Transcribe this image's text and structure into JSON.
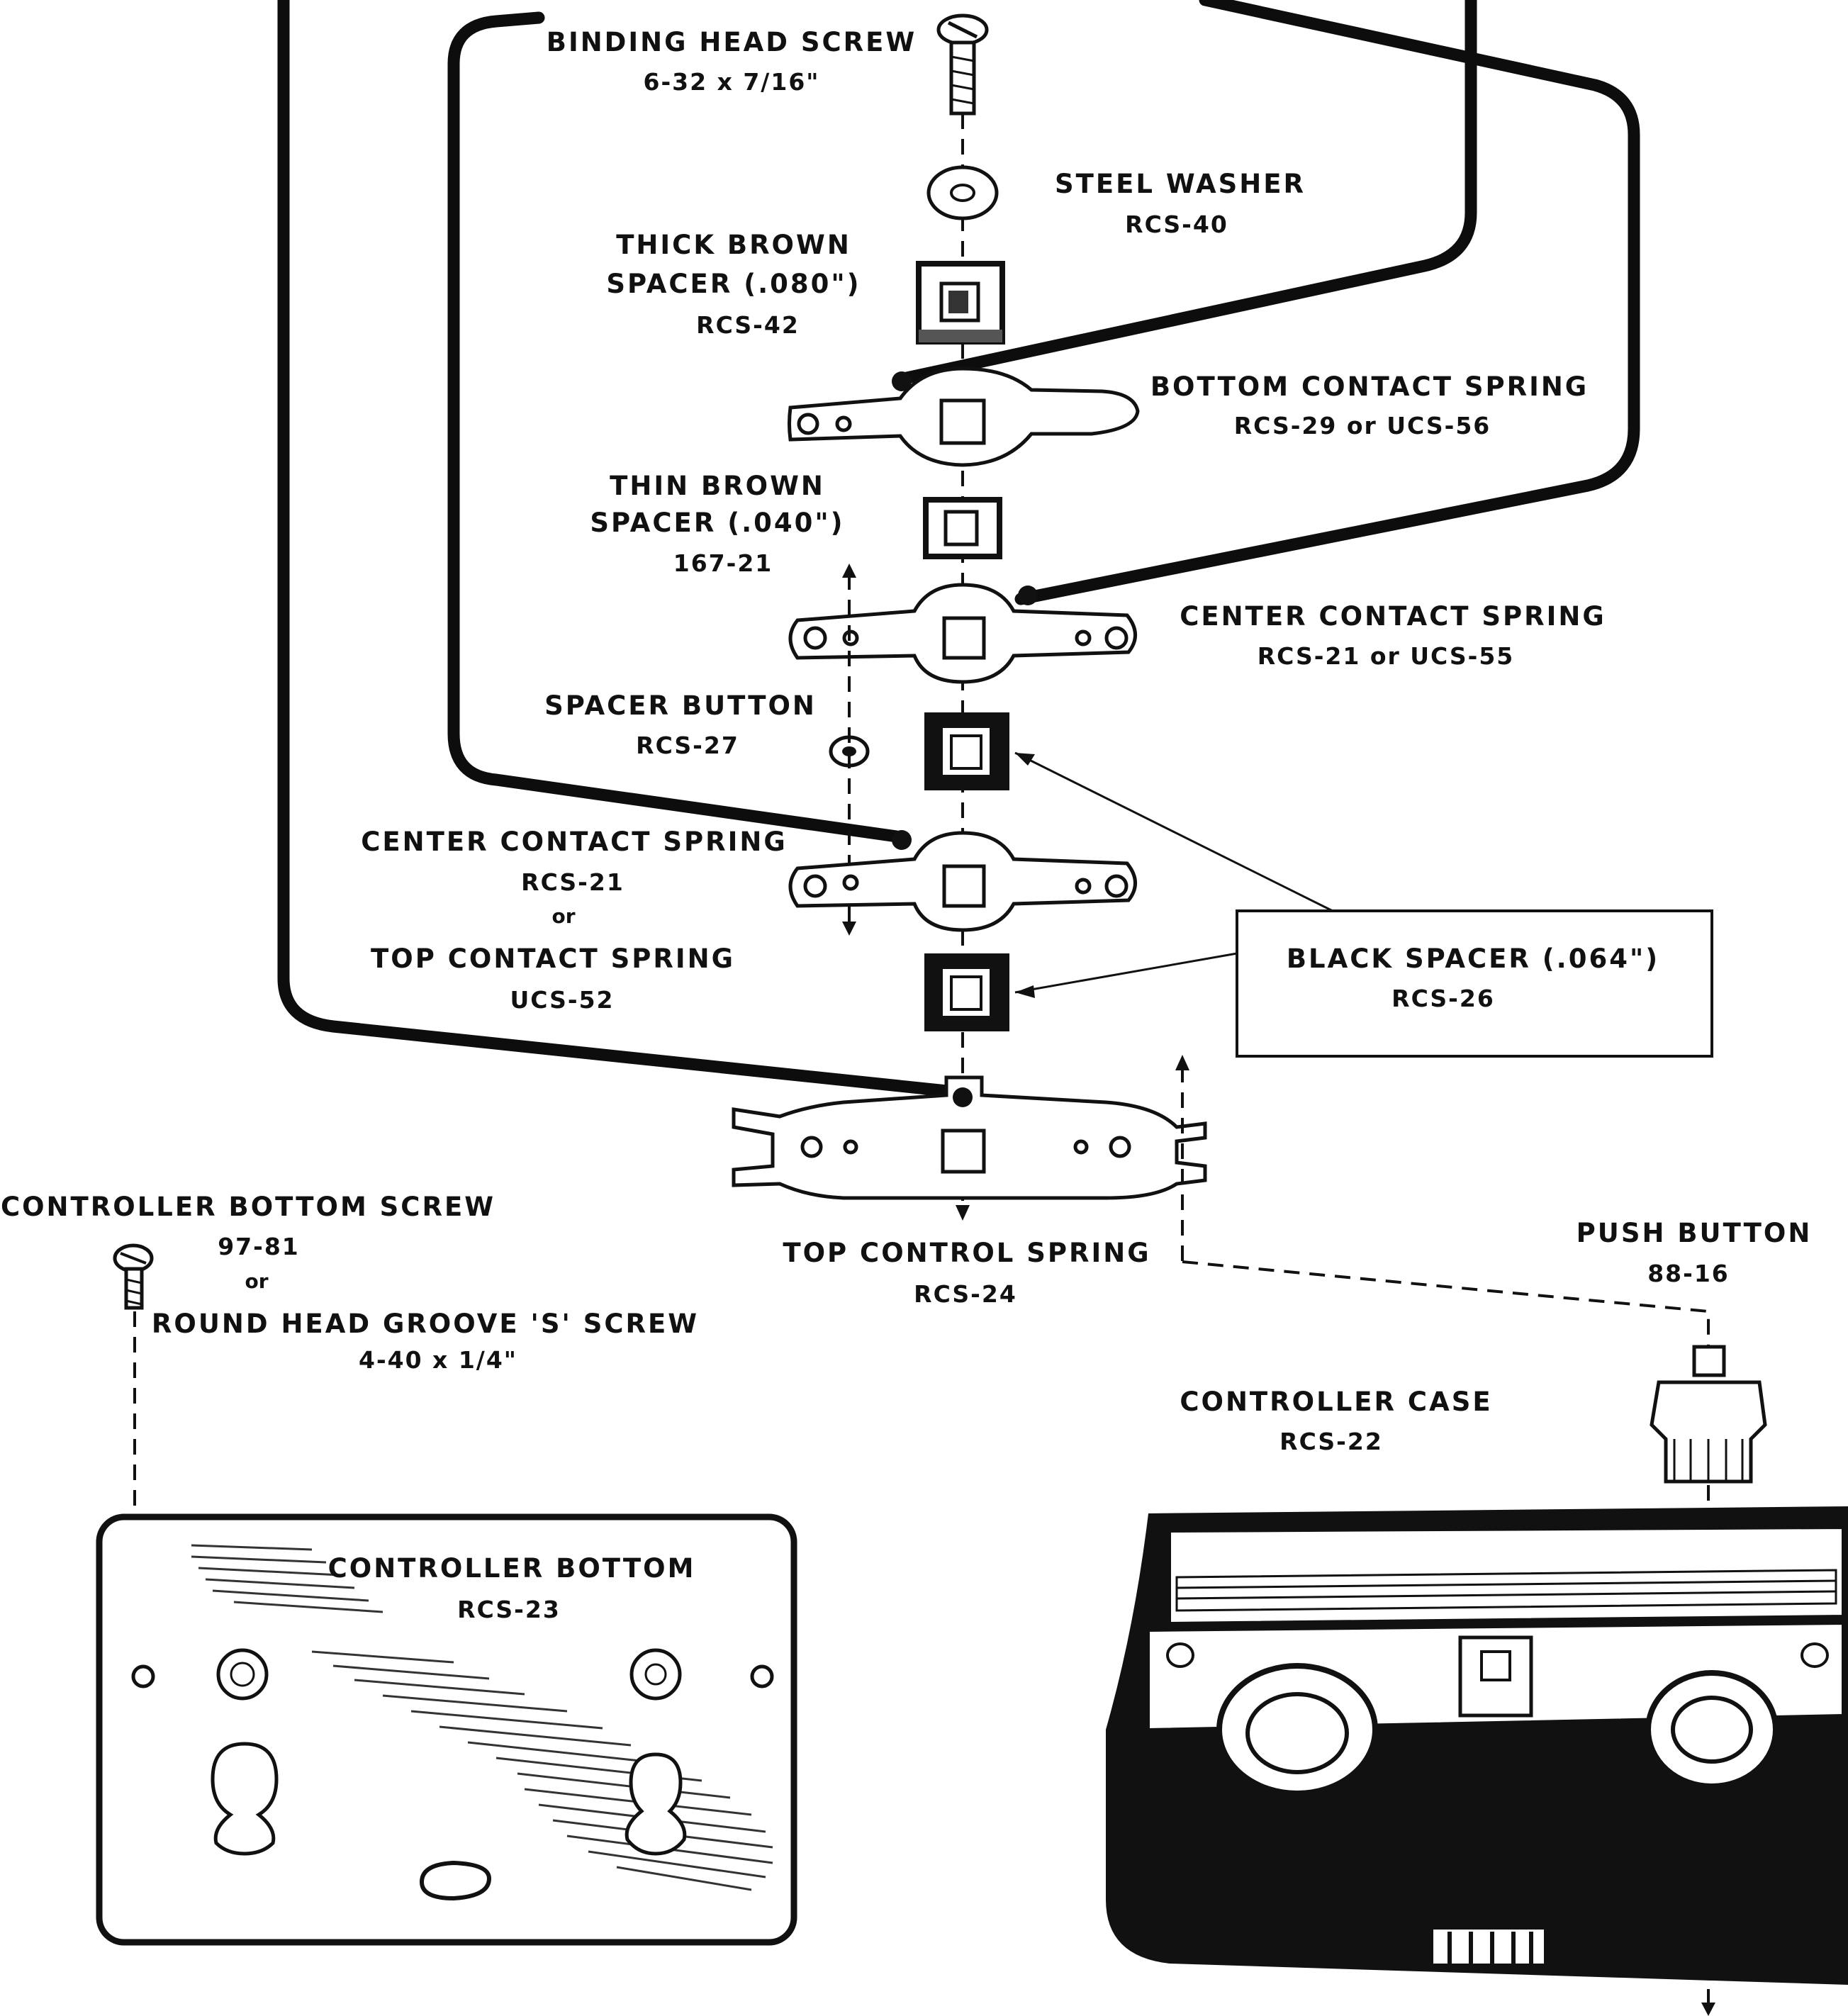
{
  "labels": {
    "binding_head_screw": {
      "name": "BINDING HEAD SCREW",
      "spec": "6-32 x 7/16\""
    },
    "steel_washer": {
      "name": "STEEL WASHER",
      "part": "RCS-40"
    },
    "thick_brown_spacer": {
      "line1": "THICK BROWN",
      "line2": "SPACER (.080\")",
      "part": "RCS-42"
    },
    "bottom_contact_spring": {
      "name": "BOTTOM CONTACT SPRING",
      "part": "RCS-29 or UCS-56"
    },
    "thin_brown_spacer": {
      "line1": "THIN BROWN",
      "line2": "SPACER (.040\")",
      "part": "167-21"
    },
    "center_contact_spring_upper": {
      "name": "CENTER CONTACT SPRING",
      "part": "RCS-21 or UCS-55"
    },
    "spacer_button": {
      "name": "SPACER BUTTON",
      "part": "RCS-27"
    },
    "center_contact_spring_lower": {
      "name": "CENTER CONTACT SPRING",
      "part": "RCS-21",
      "or": "or"
    },
    "top_contact_spring": {
      "name": "TOP CONTACT SPRING",
      "part": "UCS-52"
    },
    "black_spacer": {
      "name": "BLACK SPACER (.064\")",
      "part": "RCS-26"
    },
    "top_control_spring": {
      "name": "TOP CONTROL SPRING",
      "part": "RCS-24"
    },
    "controller_bottom_screw": {
      "name": "CONTROLLER BOTTOM SCREW",
      "part": "97-81",
      "or": "or"
    },
    "round_head_screw": {
      "name": "ROUND HEAD GROOVE 'S' SCREW",
      "spec": "4-40 x 1/4\""
    },
    "push_button": {
      "name": "PUSH BUTTON",
      "part": "88-16"
    },
    "controller_case": {
      "name": "CONTROLLER CASE",
      "part": "RCS-22"
    },
    "controller_bottom": {
      "name": "CONTROLLER BOTTOM",
      "part": "RCS-23"
    }
  }
}
